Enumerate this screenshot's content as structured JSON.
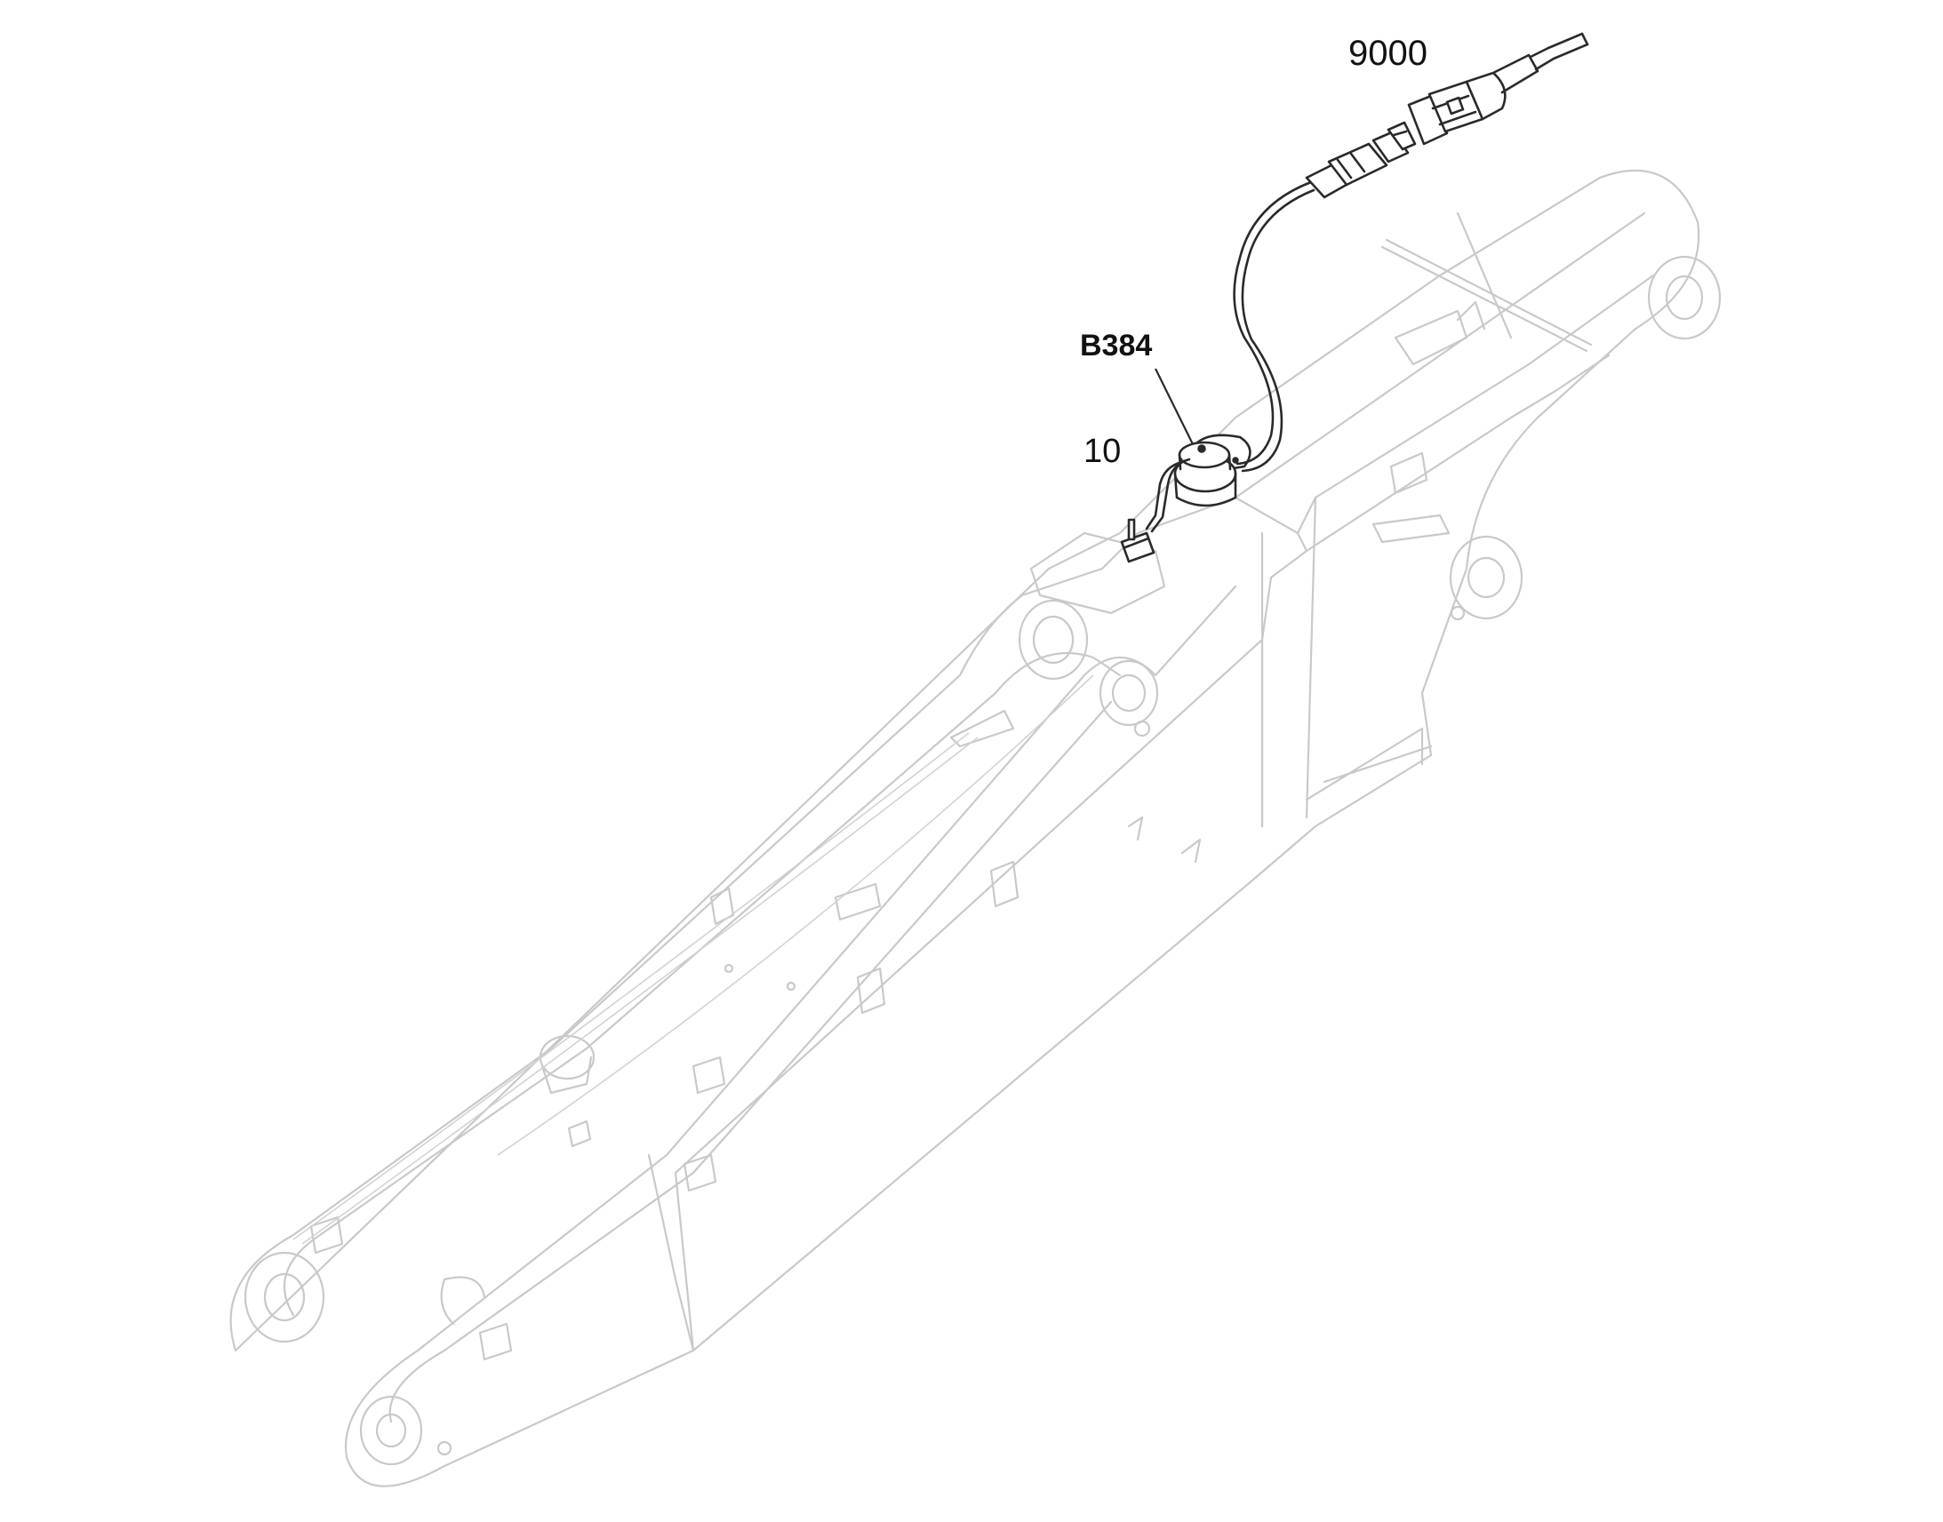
{
  "callouts": {
    "connector_part": "9000",
    "sensor_code": "B384",
    "sensor_part": "10"
  }
}
